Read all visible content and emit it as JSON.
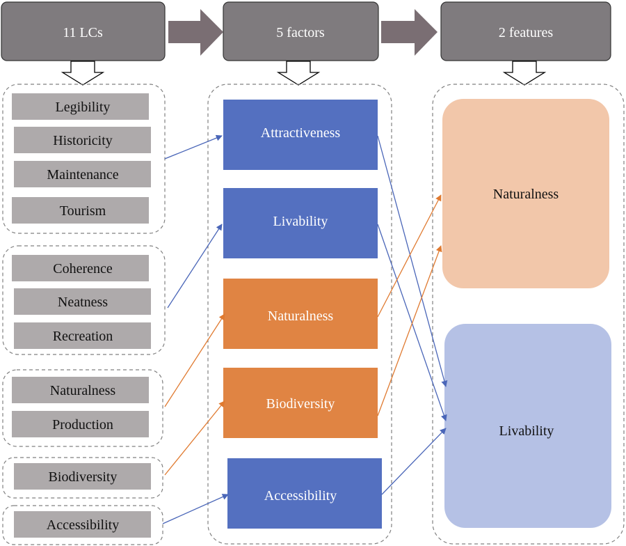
{
  "headers": {
    "lcs": "11 LCs",
    "factors": "5 factors",
    "features": "2 features"
  },
  "lcs": {
    "legibility": "Legibility",
    "historicity": "Historicity",
    "maintenance": "Maintenance",
    "tourism": "Tourism",
    "coherence": "Coherence",
    "neatness": "Neatness",
    "recreation": "Recreation",
    "naturalness": "Naturalness",
    "production": "Production",
    "biodiversity": "Biodiversity",
    "accessibility": "Accessibility"
  },
  "factors": {
    "attractiveness": "Attractiveness",
    "livability": "Livability",
    "naturalness": "Naturalness",
    "biodiversity": "Biodiversity",
    "accessibility": "Accessibility"
  },
  "features": {
    "naturalness": "Naturalness",
    "livability": "Livability"
  },
  "colors": {
    "header": "#7f7b7e",
    "lc_box": "#aeaaab",
    "blue_factor": "#5470c0",
    "orange_factor": "#e08443",
    "naturalness_feature": "#f2c7aa",
    "livability_feature": "#b5c1e5",
    "group_border": "#808080"
  }
}
